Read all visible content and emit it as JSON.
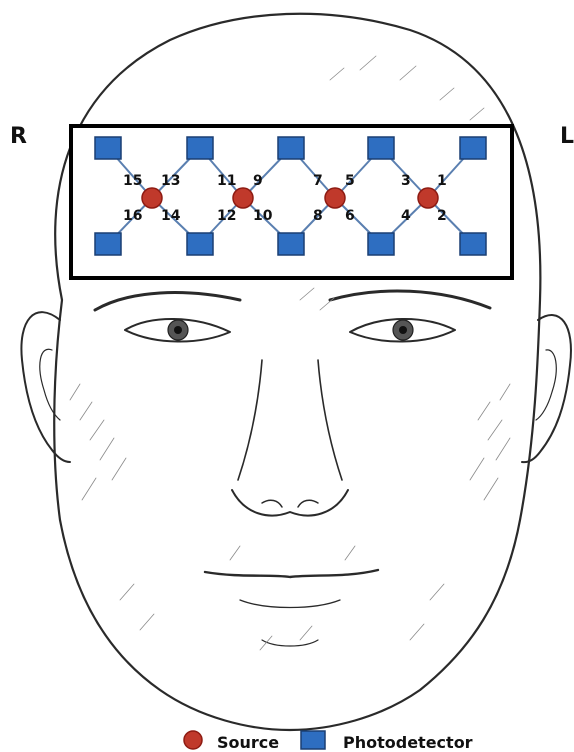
{
  "labels": {
    "right": "R",
    "left": "L"
  },
  "channels": [
    "1",
    "2",
    "3",
    "4",
    "5",
    "6",
    "7",
    "8",
    "9",
    "10",
    "11",
    "12",
    "13",
    "14",
    "15",
    "16"
  ],
  "legend": {
    "source": "Source",
    "detector": "Photodetector"
  },
  "colors": {
    "source_fill": "#c0392b",
    "source_stroke": "#8e1b12",
    "detector_fill": "#2e6ec1",
    "detector_stroke": "#1a3f73",
    "link": "#5a7fb0",
    "frame": "#000000"
  }
}
